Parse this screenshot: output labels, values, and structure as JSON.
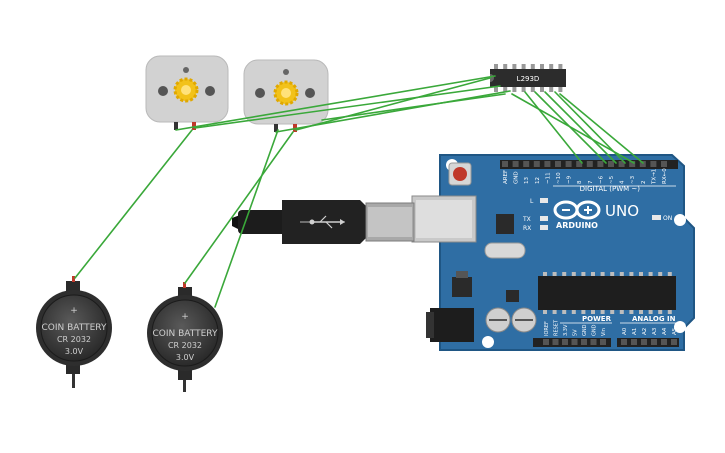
{
  "arduino": {
    "brand": "ARDUINO",
    "model": "UNO",
    "header_digital": "DIGITAL (PWM ~)",
    "header_power": "POWER",
    "header_analog": "ANALOG IN",
    "on_label": "ON",
    "l_label": "L",
    "tx_label": "TX",
    "rx_label": "RX",
    "top_pins": [
      "AREF",
      "GND",
      "13",
      "12",
      "~11",
      "~10",
      "~9",
      "8",
      "7",
      "~6",
      "~5",
      "4",
      "~3",
      "2",
      "TX→1",
      "RX←0"
    ],
    "power_pins": [
      "IOREF",
      "RESET",
      "3.3V",
      "5V",
      "GND",
      "GND",
      "Vin"
    ],
    "analog_pins": [
      "A0",
      "A1",
      "A2",
      "A3",
      "A4",
      "A5"
    ]
  },
  "driver_chip": {
    "label": "L293D"
  },
  "batteries": [
    {
      "line1": "COIN BATTERY",
      "line2": "CR 2032",
      "line3": "3.0V"
    },
    {
      "line1": "COIN BATTERY",
      "line2": "CR 2032",
      "line3": "3.0V"
    }
  ],
  "colors": {
    "board": "#2f6ea4",
    "board_edge": "#1f5684",
    "wire": "#3aa83a",
    "motor": "#d2d2d2",
    "gear": "#f2c21a",
    "battery": "#3a3a3a",
    "chip": "#2c2c2c"
  }
}
